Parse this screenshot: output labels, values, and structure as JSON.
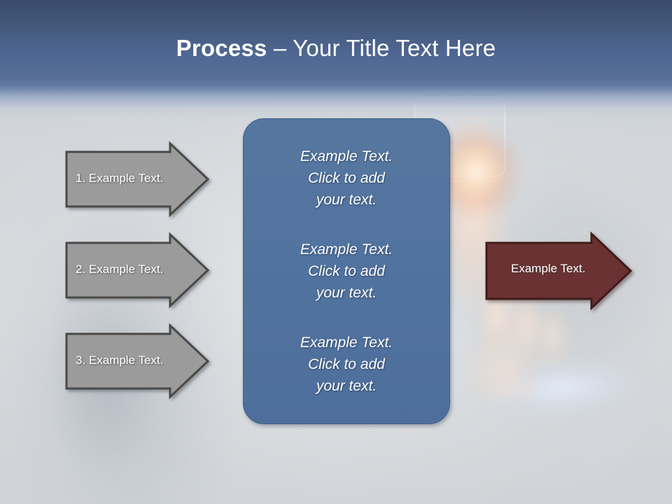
{
  "slide": {
    "title": {
      "bold_part": "Process",
      "rest_part": " – Your Title Text Here",
      "full": "Process – Your Title Text Here"
    },
    "colors": {
      "header_top": "#3a4c6b",
      "header_bottom": "#6a81a8",
      "center_box_fill": "#51739F",
      "center_box_border": "#3f5e84",
      "gray_arrow_fill": "#9b9b9b",
      "gray_arrow_border": "#4a4a4a",
      "red_arrow_fill": "#6b3030",
      "red_arrow_border": "#3f1c1c",
      "slide_background": "#d3d7da",
      "text_white": "#ffffff"
    },
    "left_arrows": [
      {
        "label": "1. Example Text."
      },
      {
        "label": "2. Example Text."
      },
      {
        "label": "3. Example Text."
      }
    ],
    "center_blocks": [
      {
        "text": "Example Text.\nClick  to add\nyour text."
      },
      {
        "text": "Example Text.\nClick  to add\nyour text."
      },
      {
        "text": "Example Text.\nClick  to add\nyour text."
      }
    ],
    "right_arrow": {
      "label": "Example Text."
    },
    "icons": {
      "left_arrow_shape": "right-arrow-pentagon-icon",
      "right_arrow_shape": "right-arrow-pentagon-icon",
      "glass_panel": "glass-panel-icon"
    }
  }
}
